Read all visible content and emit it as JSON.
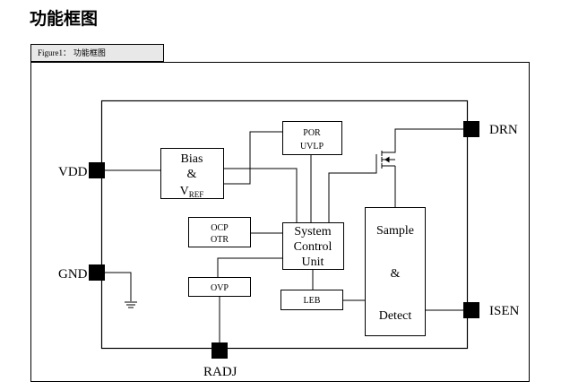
{
  "page": {
    "title": "功能框图"
  },
  "figure": {
    "number": "Figure1：",
    "caption": "功能框图"
  },
  "pins": {
    "vdd": "VDD",
    "gnd": "GND",
    "drn": "DRN",
    "isen": "ISEN",
    "radj": "RADJ"
  },
  "blocks": {
    "bias": {
      "line1": "Bias",
      "line2": "&",
      "line3_main": "V",
      "line3_sub": "REF"
    },
    "por": {
      "line1": "POR",
      "line2": "UVLP"
    },
    "ocp": {
      "line1": "OCP",
      "line2": "OTR"
    },
    "ovp": {
      "line1": "OVP"
    },
    "system": {
      "line1": "System",
      "line2": "Control",
      "line3": "Unit"
    },
    "leb": {
      "line1": "LEB"
    },
    "sample": {
      "line1": "Sample",
      "line2": "&",
      "line3": "Detect"
    }
  }
}
